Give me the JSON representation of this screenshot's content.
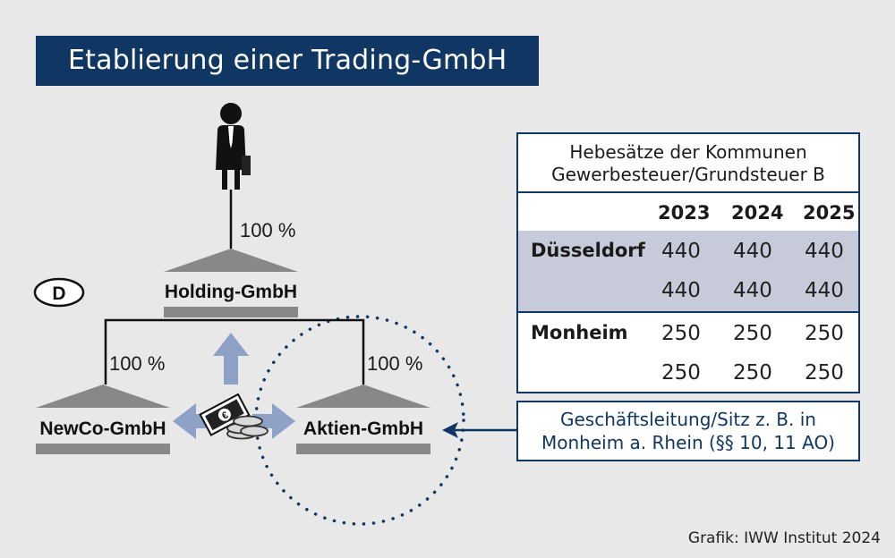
{
  "title": "Etablierung einer Trading-GmbH",
  "country_badge": "D",
  "entities": {
    "holding": "Holding-GmbH",
    "newco": "NewCo-GmbH",
    "aktien": "Aktien-GmbH"
  },
  "ownership": {
    "person_to_holding": "100 %",
    "holding_to_newco": "100 %",
    "holding_to_aktien": "100 %"
  },
  "table": {
    "header_line1": "Hebesätze der Kommunen",
    "header_line2": "Gewerbesteuer/Grundsteuer B",
    "years": [
      "2023",
      "2024",
      "2025"
    ],
    "rows": [
      {
        "city": "Düsseldorf",
        "gewerbesteuer": [
          "440",
          "440",
          "440"
        ],
        "grundsteuer_b": [
          "440",
          "440",
          "440"
        ]
      },
      {
        "city": "Monheim",
        "gewerbesteuer": [
          "250",
          "250",
          "250"
        ],
        "grundsteuer_b": [
          "250",
          "250",
          "250"
        ]
      }
    ],
    "note_line1": "Geschäftsleitung/Sitz z. B. in",
    "note_line2": "Monheim a. Rhein (§§ 10, 11 AO)"
  },
  "coin_symbol": "€",
  "credit": "Grafik: IWW Institut 2024",
  "colors": {
    "navy": "#103764",
    "building_gray": "#888888",
    "arrow_blue": "#8ea2c8",
    "dusseldorf_bg": "#c6cad9"
  }
}
